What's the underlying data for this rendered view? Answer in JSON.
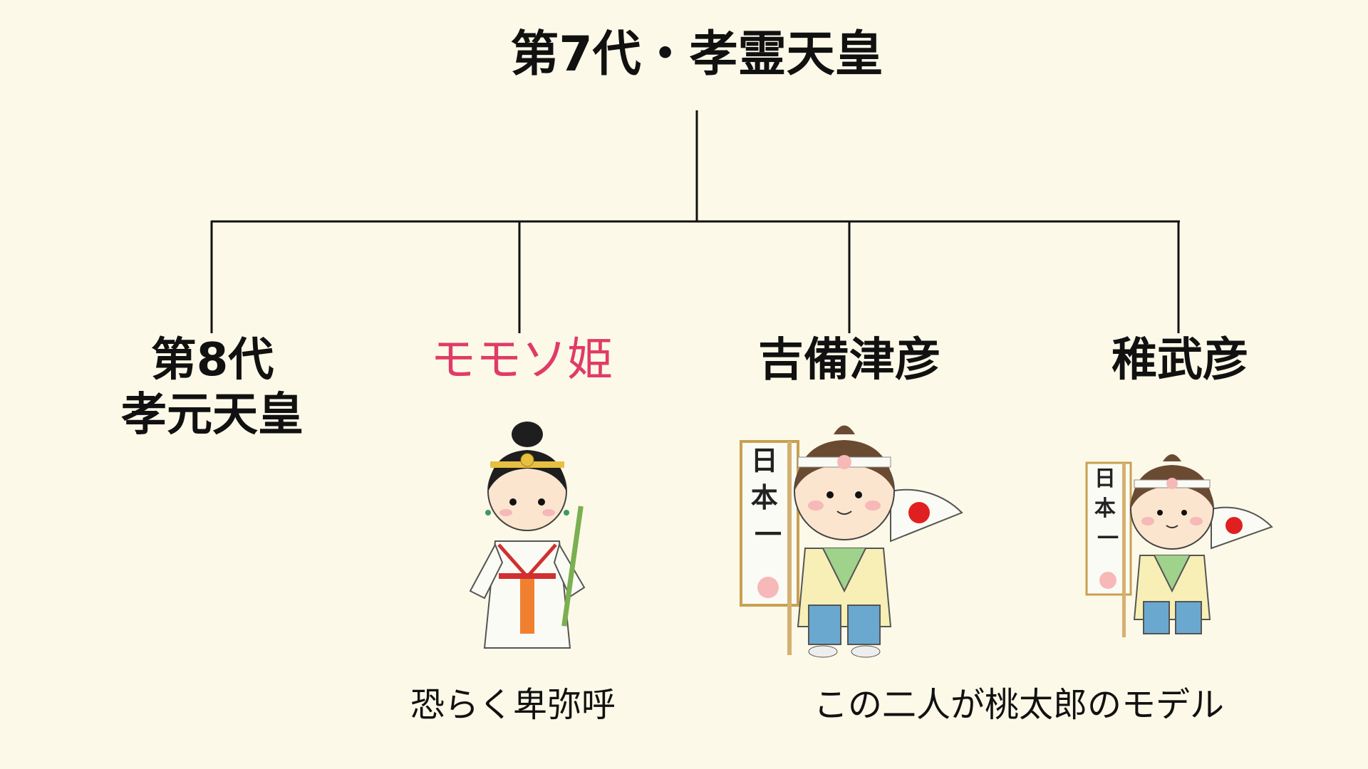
{
  "tree": {
    "root": {
      "label": "第7代・孝霊天皇"
    },
    "children": [
      {
        "lines": [
          "第8代",
          "孝元天皇"
        ],
        "color": "#111111"
      },
      {
        "lines": [
          "モモソ姫"
        ],
        "color": "#e03b68"
      },
      {
        "lines": [
          "吉備津彦"
        ],
        "color": "#111111"
      },
      {
        "lines": [
          "稚武彦"
        ],
        "color": "#111111"
      }
    ]
  },
  "notes": {
    "himiko": "恐らく卑弥呼",
    "momotaro": "この二人が桃太郎のモデル"
  },
  "illustrations": {
    "himiko": {
      "banner_text": ""
    },
    "kibi": {
      "banner_text": "日本一"
    },
    "wakatake": {
      "banner_text": "日本一"
    }
  },
  "colors": {
    "background": "#fdf9e8",
    "line": "#111111",
    "highlight": "#e03b68"
  }
}
